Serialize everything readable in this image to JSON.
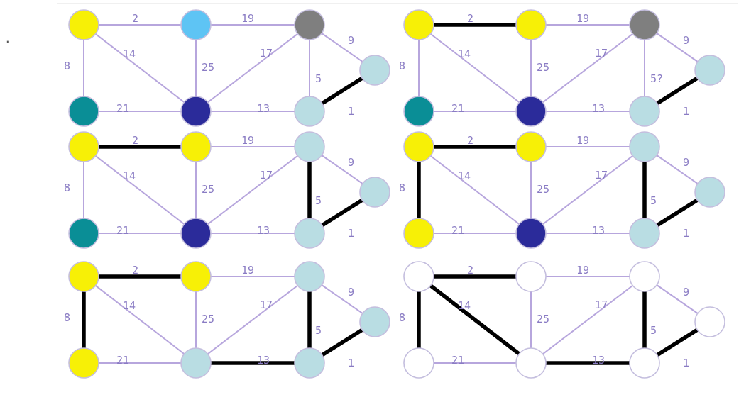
{
  "colors": {
    "yellow": "#f7f006",
    "skyblue": "#5ec4f4",
    "gray": "#7f7f7f",
    "teal": "#0a8e96",
    "navy": "#2b2b9a",
    "pale": "#b9dde3",
    "white": "#ffffff"
  },
  "edges": [
    {
      "id": "A-B",
      "from": "A",
      "to": "B",
      "weight": "2"
    },
    {
      "id": "B-C",
      "from": "B",
      "to": "C",
      "weight": "19"
    },
    {
      "id": "A-D",
      "from": "A",
      "to": "D",
      "weight": "8"
    },
    {
      "id": "A-E",
      "from": "A",
      "to": "E",
      "weight": "14"
    },
    {
      "id": "B-E",
      "from": "B",
      "to": "E",
      "weight": "25"
    },
    {
      "id": "E-C",
      "from": "E",
      "to": "C",
      "weight": "17"
    },
    {
      "id": "C-G",
      "from": "C",
      "to": "G",
      "weight": "9"
    },
    {
      "id": "C-F",
      "from": "C",
      "to": "F",
      "weight": "5"
    },
    {
      "id": "D-E",
      "from": "D",
      "to": "E",
      "weight": "21"
    },
    {
      "id": "E-F",
      "from": "E",
      "to": "F",
      "weight": "13"
    },
    {
      "id": "F-G",
      "from": "F",
      "to": "G",
      "weight": "1"
    }
  ],
  "panels": [
    {
      "nodes": {
        "A": "yellow",
        "B": "skyblue",
        "C": "gray",
        "D": "teal",
        "E": "navy",
        "F": "pale",
        "G": "pale"
      },
      "selected": [
        "F-G"
      ],
      "weight_overrides": {}
    },
    {
      "nodes": {
        "A": "yellow",
        "B": "yellow",
        "C": "gray",
        "D": "teal",
        "E": "navy",
        "F": "pale",
        "G": "pale"
      },
      "selected": [
        "A-B",
        "F-G"
      ],
      "thin_dark": [
        "C-F"
      ],
      "weight_overrides": {
        "C-F": "5?"
      }
    },
    {
      "nodes": {
        "A": "yellow",
        "B": "yellow",
        "C": "pale",
        "D": "teal",
        "E": "navy",
        "F": "pale",
        "G": "pale"
      },
      "selected": [
        "A-B",
        "C-F",
        "F-G"
      ],
      "weight_overrides": {}
    },
    {
      "nodes": {
        "A": "yellow",
        "B": "yellow",
        "C": "pale",
        "D": "yellow",
        "E": "navy",
        "F": "pale",
        "G": "pale"
      },
      "selected": [
        "A-B",
        "A-D",
        "C-F",
        "F-G"
      ],
      "weight_overrides": {}
    },
    {
      "nodes": {
        "A": "yellow",
        "B": "yellow",
        "C": "pale",
        "D": "yellow",
        "E": "pale",
        "F": "pale",
        "G": "pale"
      },
      "selected": [
        "A-B",
        "A-D",
        "C-F",
        "E-F",
        "F-G"
      ],
      "weight_overrides": {}
    },
    {
      "nodes": {
        "A": "white",
        "B": "white",
        "C": "white",
        "D": "white",
        "E": "white",
        "F": "white",
        "G": "white"
      },
      "selected": [
        "A-B",
        "A-D",
        "A-E",
        "C-F",
        "E-F",
        "F-G"
      ],
      "weight_overrides": {}
    }
  ],
  "stray_mark": "."
}
